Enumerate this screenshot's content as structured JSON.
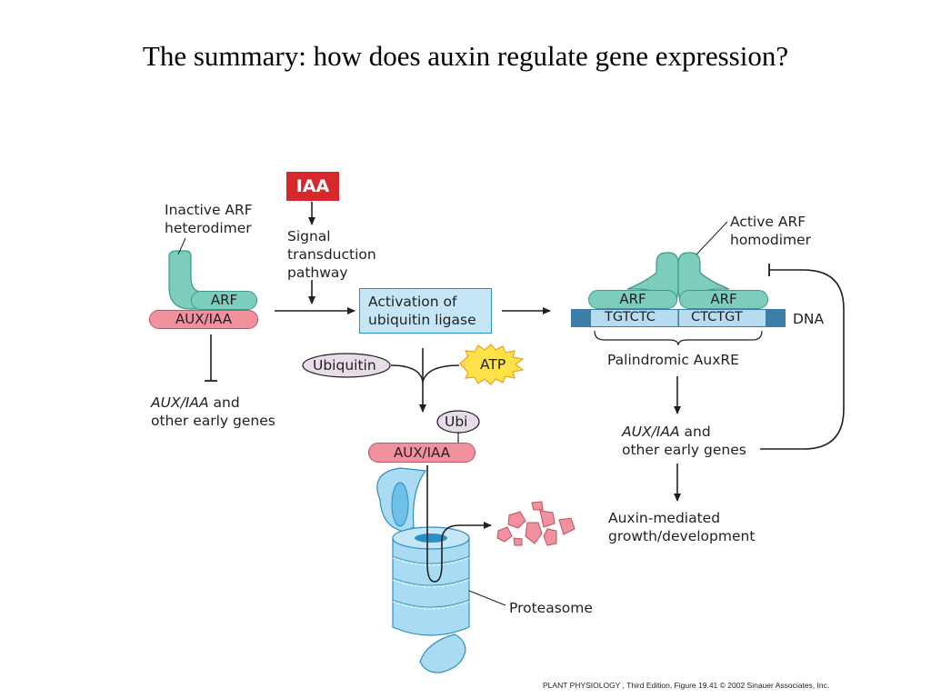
{
  "title": "The summary: how does auxin regulate gene expression?",
  "labels": {
    "inactive_arf_1": "Inactive ARF",
    "inactive_arf_2": "heterodimer",
    "arf": "ARF",
    "aux_iaa": "AUX/IAA",
    "aux_iaa_genes_italic": "AUX/IAA",
    "and_text": " and",
    "other_early_genes": "other early genes",
    "iaa": "IAA",
    "signal_1": "Signal",
    "signal_2": "transduction",
    "signal_3": "pathway",
    "ligase_1": "Activation of",
    "ligase_2": "ubiquitin ligase",
    "ubiquitin": "Ubiquitin",
    "atp": "ATP",
    "ubi": "Ubi",
    "proteasome": "Proteasome",
    "active_arf_1": "Active ARF",
    "active_arf_2": "homodimer",
    "dna": "DNA",
    "seq_left": "TGTCTC",
    "seq_right": "CTCTGT",
    "palindromic": "Palindromic AuxRE",
    "auxin_mediated_1": "Auxin-mediated",
    "auxin_mediated_2": "growth/development",
    "copyright": "PLANT PHYSIOLOGY , Third Edition, Figure 19.41  © 2002 Sinauer Associates, Inc."
  },
  "colors": {
    "arf_teal": "#7dcdbd",
    "aux_pink": "#f1909f",
    "iaa_red": "#d7282e",
    "ligase_blue": "#c5e6f6",
    "dna_blue": "#3c7ea8",
    "proteasome_blue": "#a9dcf3",
    "atp_yellow": "#ffe24a"
  }
}
